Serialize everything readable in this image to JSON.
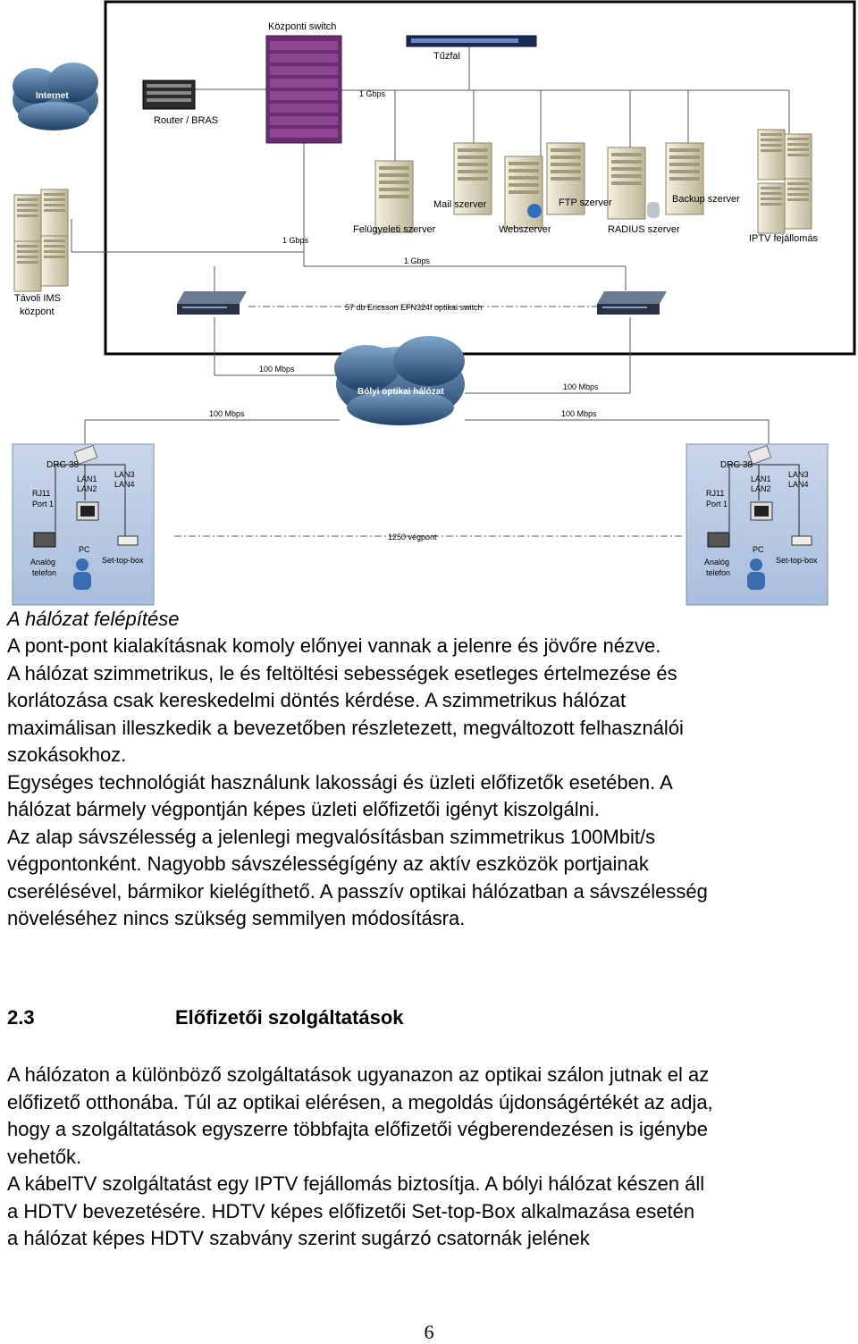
{
  "diagram": {
    "labels": {
      "central_switch": "Központi switch",
      "firewall": "Tűzfal",
      "internet": "Internet",
      "router": "Router / BRAS",
      "gbps_top": "1 Gbps",
      "mail": "Mail szerver",
      "ftp": "FTP szerver",
      "backup": "Backup szerver",
      "supervision": "Felügyeleti szerver",
      "web": "Webszerver",
      "radius": "RADIUS szerver",
      "iptv": "IPTV fejállomás",
      "gbps_left": "1 Gbps",
      "gbps_mid": "1 Gbps",
      "remote_ims_1": "Távoli IMS",
      "remote_ims_2": "központ",
      "optical_switch": "57 db Ericsson EFN324f optikai switch",
      "mbps_a": "100 Mbps",
      "mbps_b": "100 Mbps",
      "mbps_c": "100 Mbps",
      "mbps_d": "100 Mbps",
      "bolyi": "Bólyi optikai hálózat",
      "endpoints": "1250 végpont"
    },
    "cpe": {
      "drg": "DRG 38",
      "lan12_a": "LAN1",
      "lan12_b": "LAN2",
      "lan34_a": "LAN3",
      "lan34_b": "LAN4",
      "rj11_a": "RJ11",
      "rj11_b": "Port 1",
      "pc": "PC",
      "analog_a": "Analóg",
      "analog_b": "telefon",
      "stb": "Set-top-box"
    }
  },
  "caption": "A hálózat felépítése",
  "para1": [
    "A pont-pont kialakításnak komoly előnyei vannak a jelenre és jövőre nézve.",
    "A hálózat szimmetrikus, le és feltöltési sebességek esetleges értelmezése és",
    "korlátozása csak kereskedelmi döntés kérdése. A szimmetrikus hálózat",
    "maximálisan illeszkedik a bevezetőben részletezett, megváltozott felhasználói",
    "szokásokhoz.",
    "Egységes technológiát használunk lakossági és üzleti előfizetők esetében. A",
    "hálózat bármely végpontján képes üzleti előfizetői igényt kiszolgálni.",
    "Az alap sávszélesség a jelenlegi megvalósításban szimmetrikus 100Mbit/s",
    "végpontonként. Nagyobb sávszélességígény az aktív eszközök portjainak",
    "cserélésével, bármikor kielégíthető. A passzív optikai hálózatban a sávszélesség",
    "növeléséhez nincs szükség semmilyen módosításra."
  ],
  "section": {
    "number": "2.3",
    "title": "Előfizetői szolgáltatások"
  },
  "para2": [
    "A hálózaton a különböző szolgáltatások ugyanazon az optikai szálon jutnak el az",
    "előfizető otthonába. Túl az optikai elérésen, a megoldás újdonságértékét az adja,",
    "hogy a szolgáltatások egyszerre többfajta előfizetői végberendezésen is igénybe",
    "vehetők.",
    "A kábelTV szolgáltatást egy IPTV fejállomás biztosítja. A bólyi hálózat készen áll",
    "a HDTV bevezetésére.  HDTV képes előfizetői Set-top-Box alkalmazása esetén",
    "a hálózat képes  HDTV szabvány szerint sugárzó csatornák jelének"
  ],
  "page_number": "6"
}
